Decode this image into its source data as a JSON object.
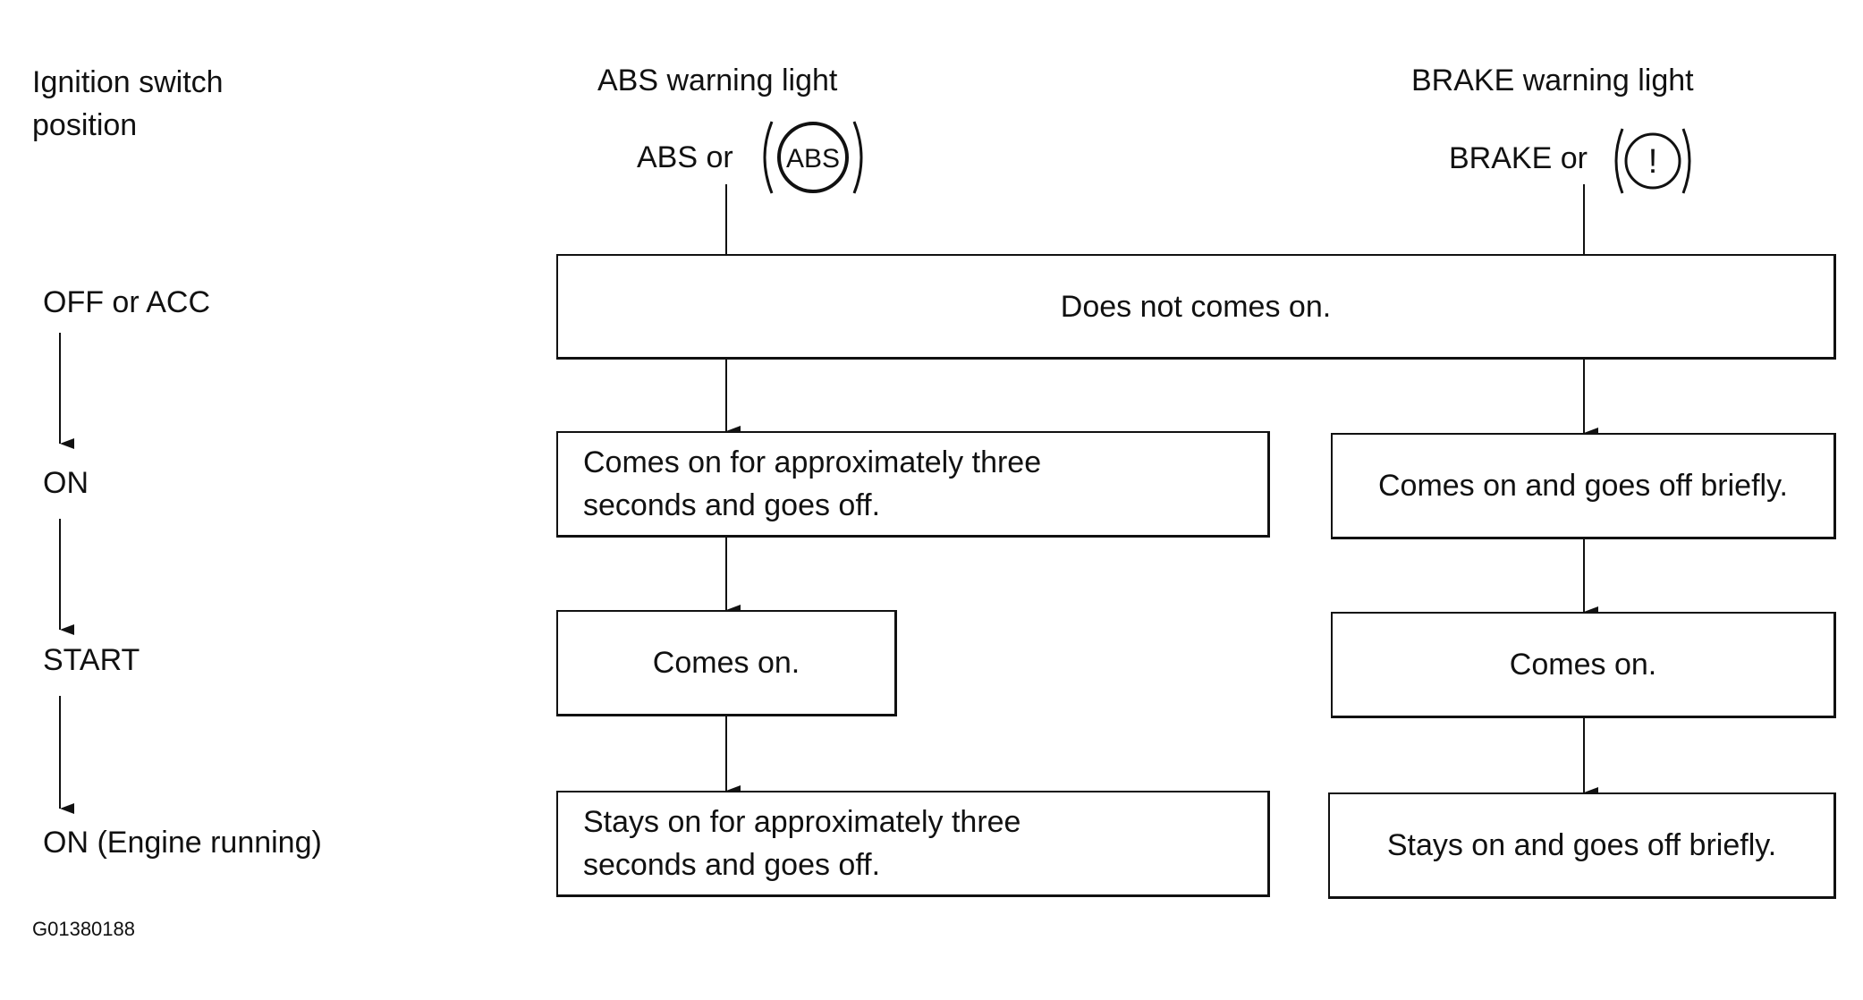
{
  "header": {
    "ignition_column_title": "Ignition switch\nposition",
    "abs_column_title": "ABS warning light",
    "brake_column_title": "BRAKE warning light",
    "abs_symbol_prefix": "ABS or",
    "abs_symbol_text": "ABS",
    "brake_symbol_prefix": "BRAKE or",
    "brake_symbol_text": "!"
  },
  "ignition_positions": [
    "OFF or ACC",
    "ON",
    "START",
    "ON (Engine running)"
  ],
  "boxes": {
    "combined_off": "Does not comes on.",
    "abs_on": "Comes on for approximately three\nseconds and goes off.",
    "brake_on": "Comes on and goes off briefly.",
    "abs_start": "Comes on.",
    "brake_start": "Comes on.",
    "abs_running": "Stays on for approximately three\nseconds and goes off.",
    "brake_running": "Stays on and goes off briefly."
  },
  "figure_id": "G01380188"
}
